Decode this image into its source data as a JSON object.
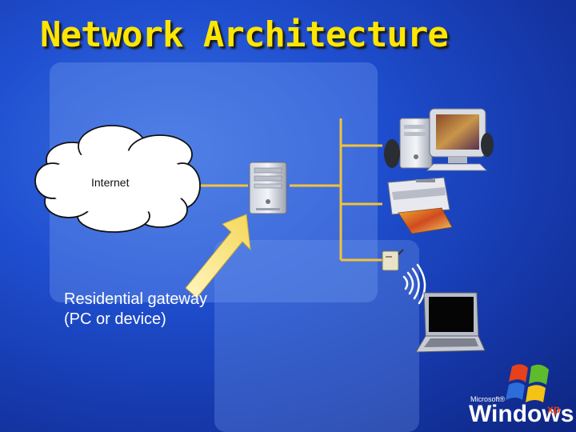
{
  "title": "Network Architecture",
  "cloud": {
    "label": "Internet"
  },
  "gateway": {
    "line1": "Residential gateway",
    "line2": "(PC or device)"
  },
  "logo": {
    "small": "Microsoft®",
    "brand": "Windows",
    "version": "xp"
  },
  "colors": {
    "title": "#ffe600",
    "links": "#f2c23a",
    "background": "#1f4fd0"
  },
  "icons": [
    "cloud-icon",
    "gateway-tower-icon",
    "arrow-icon",
    "desktop-pc-icon",
    "printer-icon",
    "wireless-access-point-icon",
    "wireless-signal-icon",
    "laptop-icon",
    "windows-flag-icon"
  ]
}
